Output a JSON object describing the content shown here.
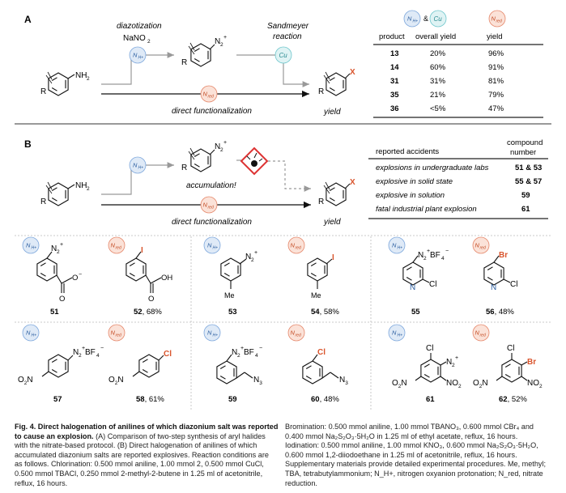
{
  "colors": {
    "nh_blue": "#7da7dc",
    "nh_fill": "#dfeaf7",
    "cu_teal": "#6ec6cc",
    "cu_fill": "#dff3f4",
    "nred_orange": "#e5876a",
    "nred_fill": "#fbe2d8",
    "halogen_red": "#d9542c",
    "rule": "#333333",
    "dash": "#9a9a9a"
  },
  "icons": {
    "nh": "N_H+ badge",
    "cu": "Cu badge",
    "nred": "N_red badge",
    "explosive": "explosive-hazard-diamond-icon"
  },
  "badges": {
    "nh": "N",
    "nh_sub": "H+",
    "cu": "Cu",
    "nred": "N",
    "nred_sub": "red"
  },
  "panel_a": {
    "label": "A",
    "diazotization": "diazotization",
    "reagent": "NaNO",
    "reagent_sub": "2",
    "sandmeyer": [
      "Sandmeyer",
      "reaction"
    ],
    "direct": "direct functionalization",
    "yield_label": "yield",
    "table": {
      "amp": "&",
      "headers": [
        "product",
        "overall yield",
        "yield"
      ],
      "rows": [
        {
          "product": "13",
          "overall": "20%",
          "yield": "96%"
        },
        {
          "product": "14",
          "overall": "60%",
          "yield": "91%"
        },
        {
          "product": "31",
          "overall": "31%",
          "yield": "81%"
        },
        {
          "product": "35",
          "overall": "21%",
          "yield": "79%"
        },
        {
          "product": "36",
          "overall": "<5%",
          "yield": "47%"
        }
      ]
    }
  },
  "panel_b": {
    "label": "B",
    "accumulation": "accumulation!",
    "direct": "direct functionalization",
    "yield_label": "yield",
    "table": {
      "headers": [
        "reported accidents",
        "compound",
        "number"
      ],
      "rows": [
        {
          "accident": "explosions in undergraduate labs",
          "compound": "51 & 53"
        },
        {
          "accident": "explosive in solid state",
          "compound": "55 & 57"
        },
        {
          "accident": "explosive in solution",
          "compound": "59"
        },
        {
          "accident": "fatal industrial plant explosion",
          "compound": "61"
        }
      ]
    }
  },
  "struct_text": {
    "R": "R",
    "NH2": "NH",
    "NH2_sub": "2",
    "N2plus": "N",
    "N2_sub": "2",
    "plus": "+",
    "X": "X",
    "minus": "−",
    "O": "O",
    "OH": "OH",
    "I": "I",
    "Me": "Me",
    "BF4": "BF",
    "BF4_sub": "4",
    "Cl": "Cl",
    "Br": "Br",
    "N": "N",
    "N3": "N",
    "N3_sub": "3",
    "NO2": "NO",
    "NO2_sub": "2",
    "O2N": "O",
    "O2N_sub": "2",
    "O2N_N": "N"
  },
  "compounds": {
    "c51": {
      "num": "51",
      "yield": ""
    },
    "c52": {
      "num": "52",
      "yield": ", 68%"
    },
    "c53": {
      "num": "53",
      "yield": ""
    },
    "c54": {
      "num": "54",
      "yield": ", 58%"
    },
    "c55": {
      "num": "55",
      "yield": ""
    },
    "c56": {
      "num": "56",
      "yield": ", 48%"
    },
    "c57": {
      "num": "57",
      "yield": ""
    },
    "c58": {
      "num": "58",
      "yield": ", 61%"
    },
    "c59": {
      "num": "59",
      "yield": ""
    },
    "c60": {
      "num": "60",
      "yield": ", 48%"
    },
    "c61": {
      "num": "61",
      "yield": ""
    },
    "c62": {
      "num": "62",
      "yield": ", 52%"
    }
  },
  "caption": {
    "fig": "Fig. 4. Direct halogenation of anilines of which diazonium salt was reported to cause an explosion.",
    "left": " (A) Comparison of two-step synthesis of aryl halides with the nitrate-based protocol. (B) Direct halogenation of anilines of which accumulated diazonium salts are reported explosives. Reaction conditions are as follows. Chlorination: 0.500 mmol aniline, 1.00 mmol 2, 0.500 mmol CuCl, 0.500 mmol TBACl, 0.250 mmol 2-methyl-2-butene in 1.25 ml of acetonitrile, reflux, 16 hours.",
    "right": "Bromination: 0.500 mmol aniline, 1.00 mmol TBANO₃, 0.600 mmol CBr₄ and 0.400 mmol Na₂S₂O₃·5H₂O in 1.25 ml of ethyl acetate, reflux, 16 hours. Iodination: 0.500 mmol aniline, 1.00 mmol KNO₃, 0.600 mmol Na₂S₂O₃·5H₂O, 0.600 mmol 1,2-diiodoethane in 1.25 ml of acetonitrile, reflux, 16 hours. Supplementary materials provide detailed experimental procedures. Me, methyl; TBA, tetrabutylammonium; N_H+, nitrogen oxyanion protonation; N_red, nitrate reduction."
  }
}
